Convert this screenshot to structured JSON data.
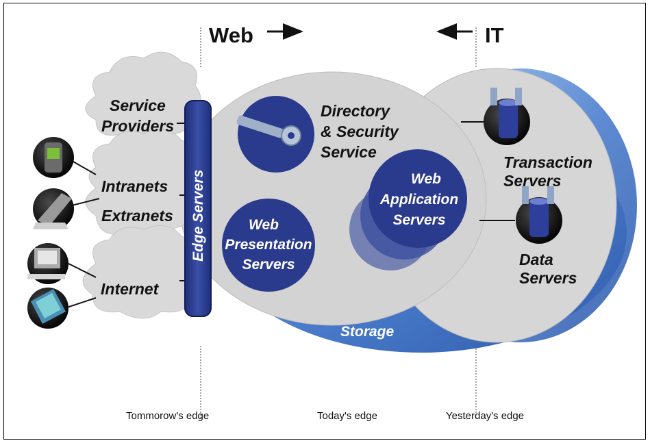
{
  "header": {
    "left_label": "Web",
    "right_label": "IT"
  },
  "clouds": {
    "service_providers": [
      "Service",
      "Providers"
    ],
    "intranets": "Intranets",
    "extranets": "Extranets",
    "internet": "Internet"
  },
  "edge_servers": "Edge Servers",
  "left_ellipse": {
    "directory": [
      "Directory",
      "& Security",
      "Service"
    ],
    "web_presentation": [
      "Web",
      "Presentation",
      "Servers"
    ],
    "web_application": [
      "Web",
      "Application",
      "Servers"
    ],
    "storage": "Storage"
  },
  "right_ellipse": {
    "transaction": [
      "Transaction",
      "Servers"
    ],
    "data": [
      "Data",
      "Servers"
    ]
  },
  "footer": {
    "tomorrow": "Tommorow's edge",
    "today": "Today's edge",
    "yesterday": "Yesterday's edge"
  },
  "colors": {
    "navy": "#2a3a8c",
    "grey_ellipse": "#d3d3d3",
    "cloud": "#d8d8d8",
    "storage_blue": "#4a78c8"
  }
}
